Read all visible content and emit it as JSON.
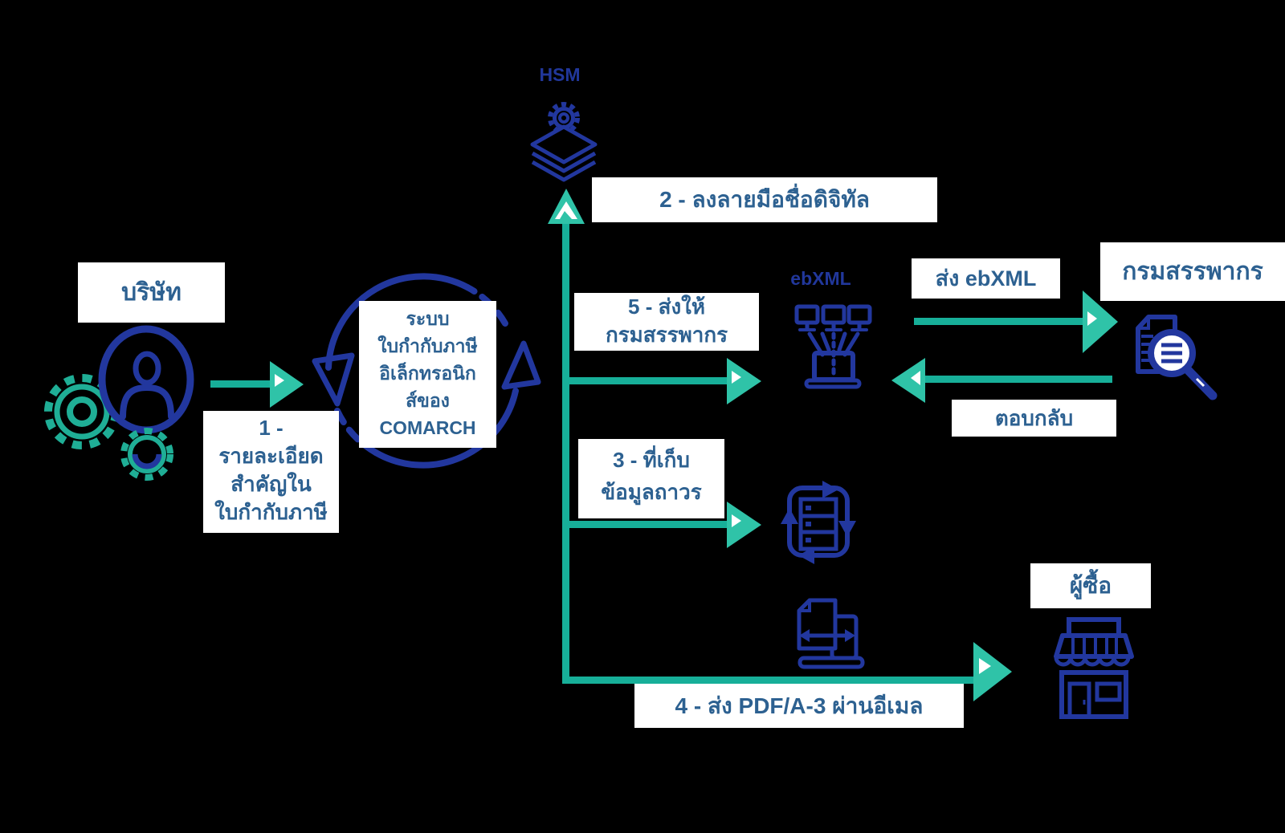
{
  "colors": {
    "background": "#000000",
    "icon_navy": "#22379e",
    "label_text_blue": "#2d6191",
    "arrow_teal": "#17af99",
    "arrowhead_teal": "#2fc3a8",
    "box_background": "#ffffff"
  },
  "nodes": {
    "hsm_label": "HSM",
    "ebxml_label": "ebXML",
    "company": "บริษัท",
    "revenue_department": "กรมสรรพากร",
    "buyer": "ผู้ซื้อ",
    "system_lines": [
      "ระบบ",
      "ใบกำกับภาษี",
      "อิเล็กทรอนิก",
      "ส์ของ",
      "COMARCH"
    ]
  },
  "steps": {
    "step1_lines": [
      "1 -",
      "รายละเอียด",
      "สำคัญใน",
      "ใบกำกับภาษี"
    ],
    "step2": "2 - ลงลายมือชื่อดิจิทัล",
    "step3_lines": [
      "3 - ที่เก็บ",
      "ข้อมูลถาวร"
    ],
    "step4": "4 - ส่ง PDF/A-3 ผ่านอีเมล",
    "step5_lines": [
      "5 - ส่งให้",
      "กรมสรรพากร"
    ],
    "send_ebxml": "ส่ง ebXML",
    "reply": "ตอบกลับ"
  },
  "icons": {
    "hsm": "hsm-gear-stack-icon",
    "company": "user-with-gears-icon",
    "system": "cycle-arrows-icon",
    "ebxml": "monitors-funnel-laptop-icon",
    "revenue": "document-magnifier-icon",
    "archive": "server-sync-icon",
    "email": "document-laptop-transfer-icon",
    "buyer": "storefront-icon"
  }
}
